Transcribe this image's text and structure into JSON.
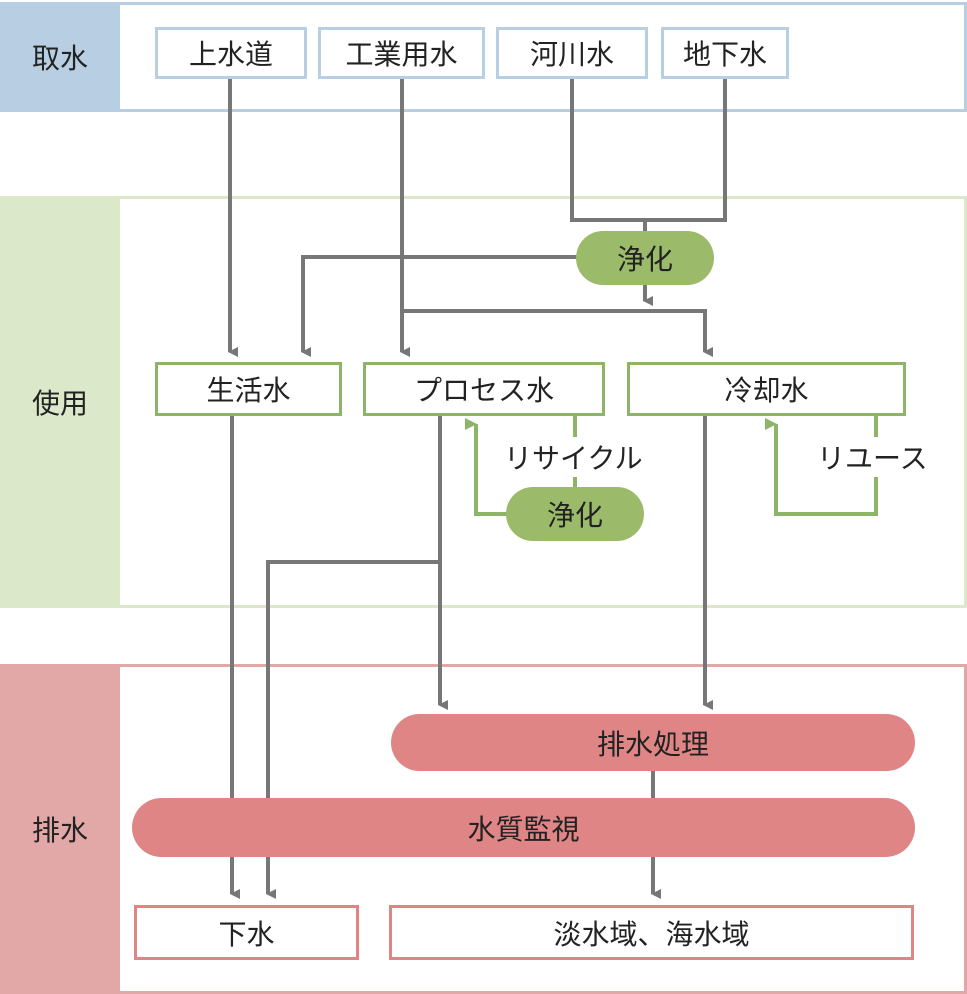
{
  "colors": {
    "intake": "#b8cfe3",
    "use": "#dbe8c9",
    "use_accent": "#8db56a",
    "purify": "#9bbb6a",
    "drain": "#e2a7a7",
    "drain_accent": "#e08585",
    "arrow_gray": "#777777"
  },
  "bands": {
    "intake": "取水",
    "use": "使用",
    "drain": "排水"
  },
  "sources": {
    "tap": "上水道",
    "industrial": "工業用水",
    "river": "河川水",
    "ground": "地下水"
  },
  "uses": {
    "domestic": "生活水",
    "process": "プロセス水",
    "cooling": "冷却水"
  },
  "purify": {
    "main": "浄化",
    "recycle": "浄化"
  },
  "notes": {
    "recycle": "リサイクル",
    "reuse": "リユース"
  },
  "drain": {
    "treatment": "排水処理",
    "monitoring": "水質監視",
    "sewer": "下水",
    "waters": "淡水域、海水域"
  }
}
